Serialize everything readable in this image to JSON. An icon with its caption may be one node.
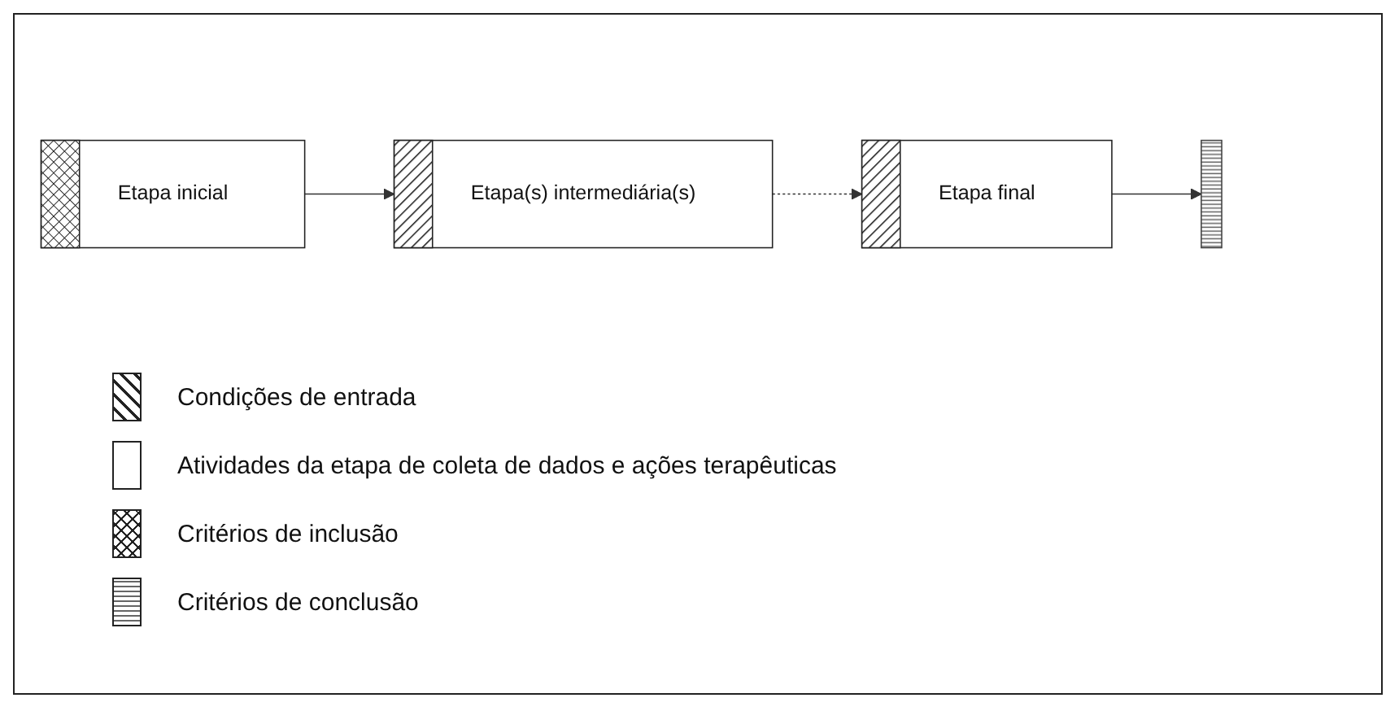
{
  "diagram": {
    "nodes": [
      {
        "text": [
          "Etapa inicial"
        ]
      },
      {
        "text": [
          "Etapa(s) intermediária(s)"
        ]
      },
      {
        "text": [
          "Etapa final"
        ]
      },
      {
        "text": [],
        "shape": "bar"
      }
    ],
    "edges": [
      {
        "from": 0,
        "to": 1,
        "arrow": "to"
      },
      {
        "from": 1,
        "to": 2,
        "arrow": "to",
        "style": "dashed"
      },
      {
        "from": 2,
        "to": 3,
        "arrow": "to"
      }
    ],
    "legend": [
      {
        "text": "Condições de entrada"
      },
      {
        "text": "Atividades da etapa de coleta de dados e ações terapêuticas"
      },
      {
        "text": "Critérios de inclusão"
      },
      {
        "text": "Critérios de conclusão"
      }
    ]
  }
}
